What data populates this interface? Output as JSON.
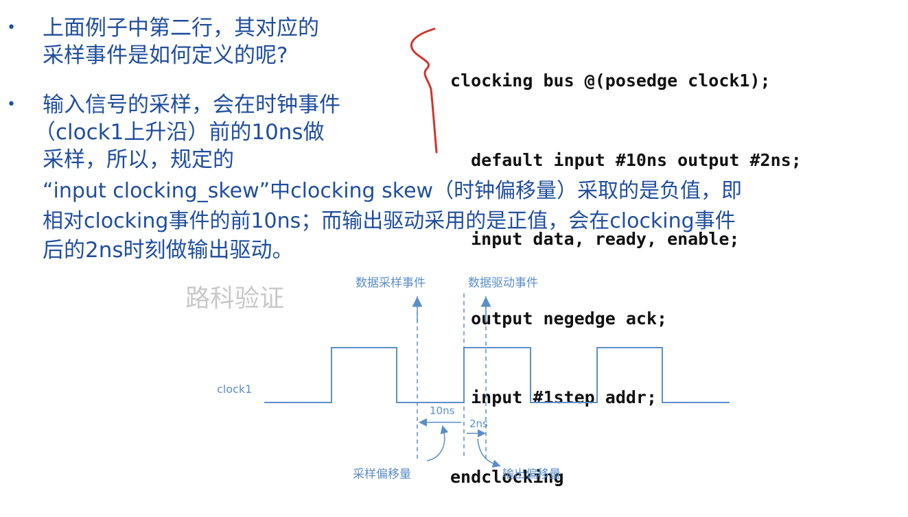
{
  "bullets": [
    {
      "symbol": "•",
      "lines": [
        "上面例子中第二行，其对应的",
        "采样事件是如何定义的呢?"
      ]
    },
    {
      "symbol": "•",
      "lines": [
        "输入信号的采样，会在时钟事件",
        "（clock1上升沿）前的10ns做",
        "采样，所以，规定的",
        "“input clocking_skew”中clocking skew（时钟偏移量）采取的是负值，即",
        "相对clocking事件的前10ns；而输出驱动采用的是正值，会在clocking事件",
        "后的2ns时刻做输出驱动。"
      ]
    }
  ],
  "code_lines": [
    "clocking bus @(posedge clock1);",
    "  default input #10ns output #2ns;",
    "  input data, ready, enable;",
    "  output negedge ack;",
    "  input #1step addr;",
    "endclocking"
  ],
  "watermark": "路科验证",
  "diagram": {
    "signal_label": "clock1",
    "sample_event_label": "数据采样事件",
    "drive_event_label": "数据驱动事件",
    "input_skew_label": "10ns",
    "output_skew_label": "2ns",
    "sample_offset_label": "采样偏移量",
    "output_offset_label": "输出偏移量",
    "colors": {
      "text": "#1f4e9c",
      "code": "#111111",
      "brace": "#d0342c",
      "waveform": "#5b8ec7",
      "watermark": "#c8c8c8"
    }
  }
}
